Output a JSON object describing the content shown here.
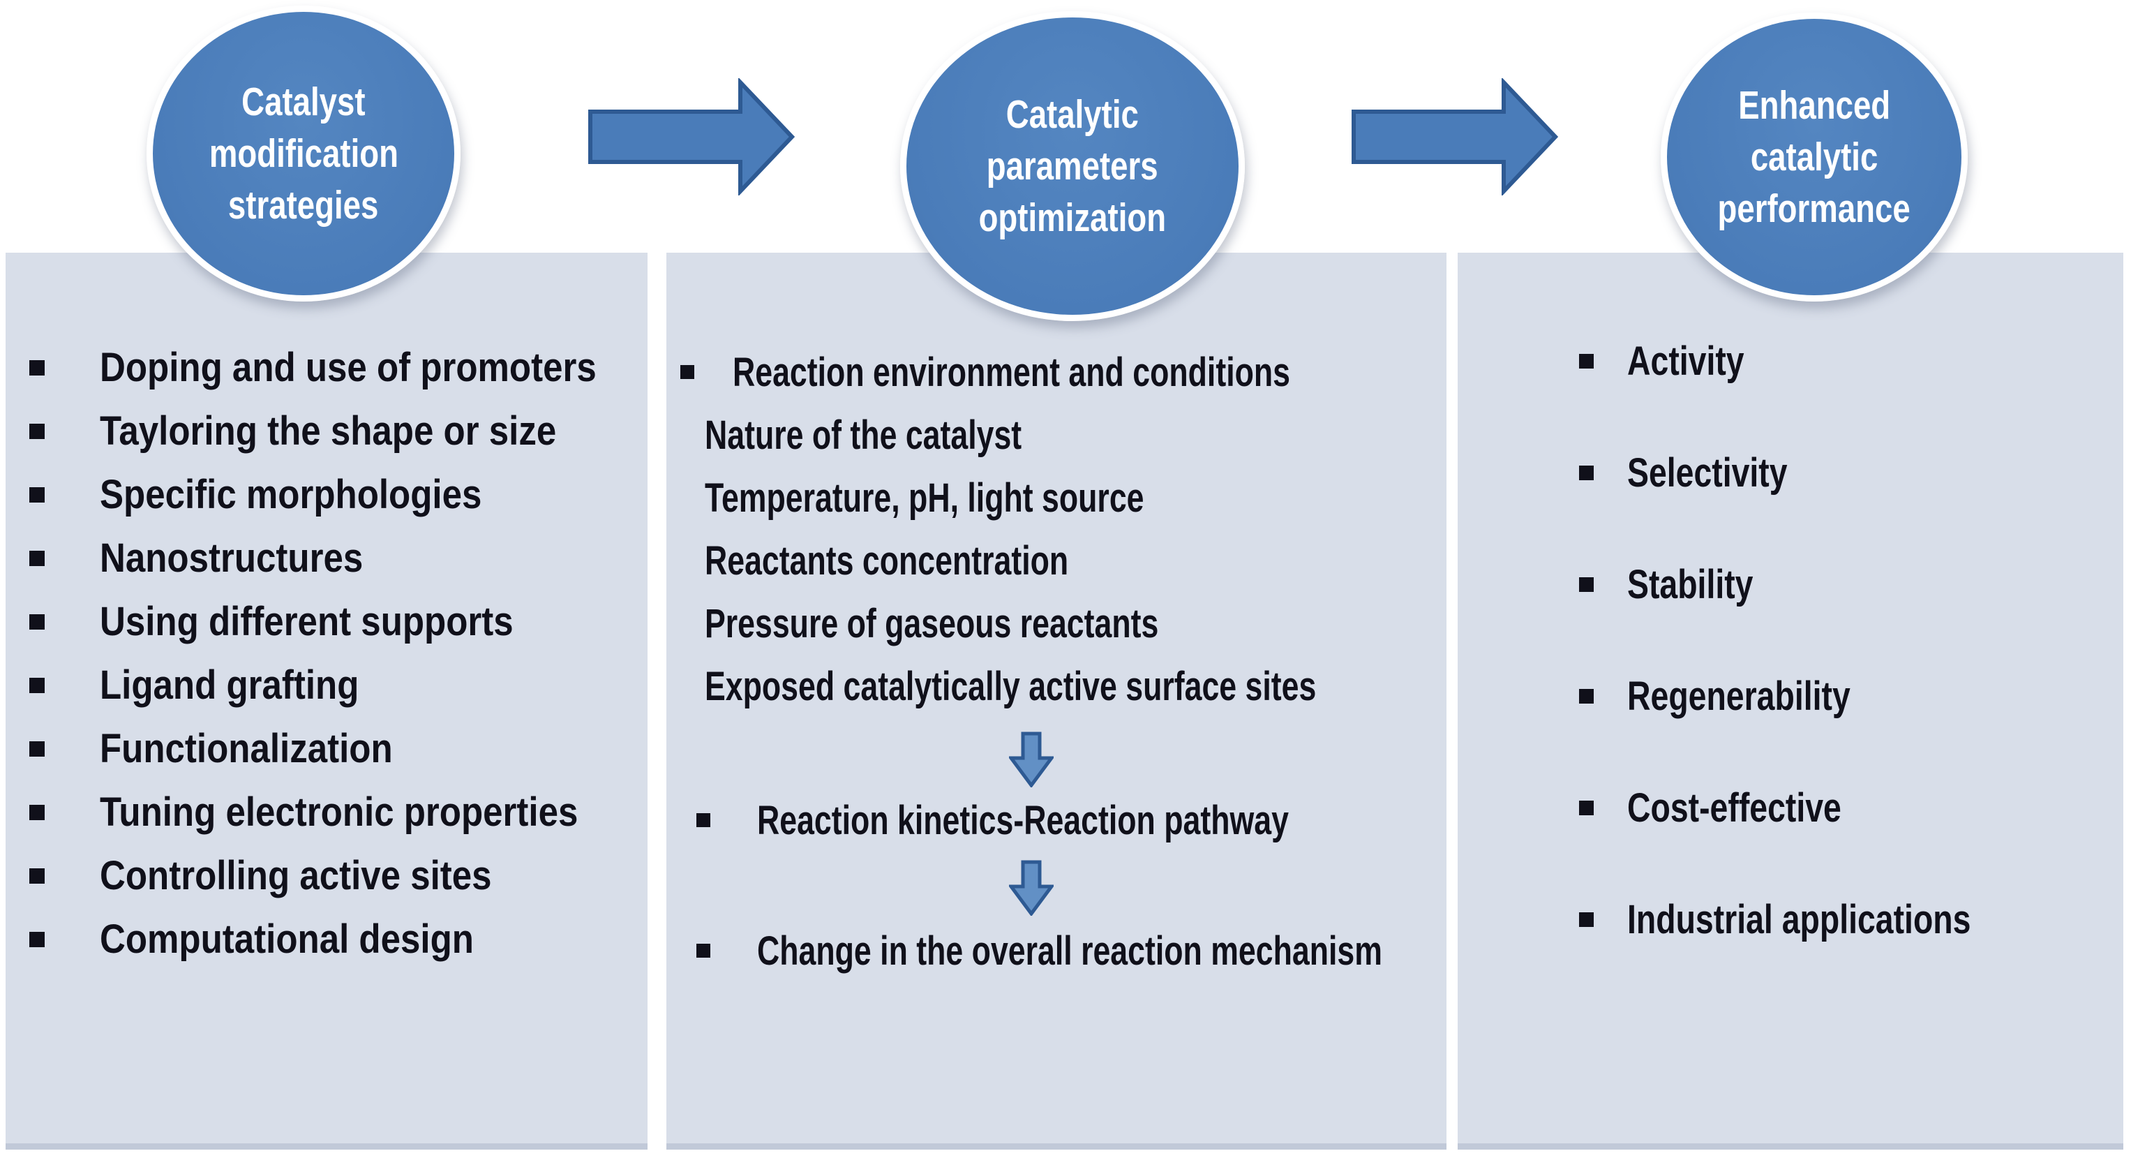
{
  "colors": {
    "accent": "#4a7cb9",
    "accent_border": "#2e5a93",
    "panel_bg": "#d8dee9",
    "ink": "#10101a",
    "down_fill": "#6290c5",
    "paper": "#ffffff"
  },
  "columns": [
    {
      "ellipse_lines": [
        "Catalyst",
        "modification",
        "strategies"
      ],
      "items": [
        "Doping and use of promoters",
        "Tayloring the shape or size",
        "Specific morphologies",
        "Nanostructures",
        "Using different supports",
        "Ligand grafting",
        "Functionalization",
        "Tuning electronic properties",
        "Controlling active sites",
        "Computational design"
      ]
    },
    {
      "ellipse_lines": [
        "Catalytic",
        "parameters",
        "optimization"
      ],
      "bullet1": "Reaction environment and conditions",
      "sublines": [
        "Nature of the catalyst",
        "Temperature, pH, light source",
        "Reactants concentration",
        "Pressure of gaseous reactants",
        "Exposed catalytically active surface sites"
      ],
      "bullet2": "Reaction kinetics-Reaction pathway",
      "bullet3": "Change in the overall reaction mechanism"
    },
    {
      "ellipse_lines": [
        "Enhanced",
        "catalytic",
        "performance"
      ],
      "items": [
        "Activity",
        "Selectivity",
        "Stability",
        "Regenerability",
        "Cost-effective",
        "Industrial applications"
      ]
    }
  ]
}
